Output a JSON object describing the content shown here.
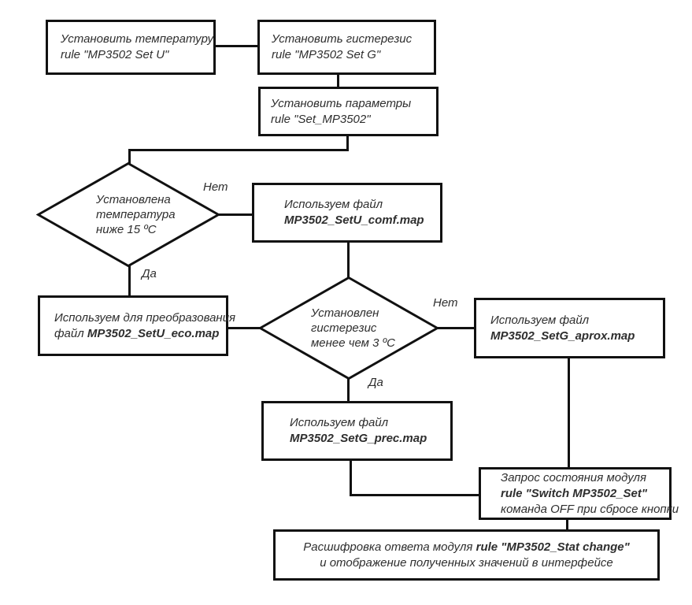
{
  "diagram": {
    "kind": "flowchart",
    "language": "ru",
    "colors": {
      "background": "#ffffff",
      "line": "#111111",
      "text": "#2e2e2e"
    }
  },
  "nodes": {
    "set_temp": {
      "line1": "Установить температуру",
      "line2": "rule \"MP3502 Set U\""
    },
    "set_hyst": {
      "line1": "Установить гистерезис",
      "line2": "rule \"MP3502 Set G\""
    },
    "set_params": {
      "line1": "Установить параметры",
      "line2": "rule \"Set_MP3502\""
    },
    "temp_decision": {
      "line1": "Установлена",
      "line2": "температура",
      "line3": "ниже 15 ºС"
    },
    "file_comf": {
      "line1": "Используем файл",
      "line2_bold": "MP3502_SetU_comf.map"
    },
    "file_eco": {
      "line1": "Используем для преобразования",
      "line2_normal": "файл ",
      "line2_bold": "MP3502_SetU_eco.map"
    },
    "hyst_decision": {
      "line1": "Установлен",
      "line2": "гистерезис",
      "line3": "менее чем 3 ºС"
    },
    "file_aprox": {
      "line1": "Используем файл",
      "line2_bold": "MP3502_SetG_aprox.map"
    },
    "file_prec": {
      "line1": "Используем файл",
      "line2_bold": "MP3502_SetG_prec.map"
    },
    "status_request": {
      "line1": "Запрос состояния модуля",
      "line2_bold": "rule \"Switch MP3502_Set\"",
      "line3": "команда OFF при сбросе кнопки"
    },
    "decode_response": {
      "line1_normal": "Расшифровка ответа модуля ",
      "line1_bold": "rule \"MP3502_Stat change\"",
      "line2": "и отображение полученных значений в интерфейсе"
    }
  },
  "edge_labels": {
    "temp_no": "Нет",
    "temp_yes": "Да",
    "hyst_no": "Нет",
    "hyst_yes": "Да"
  }
}
